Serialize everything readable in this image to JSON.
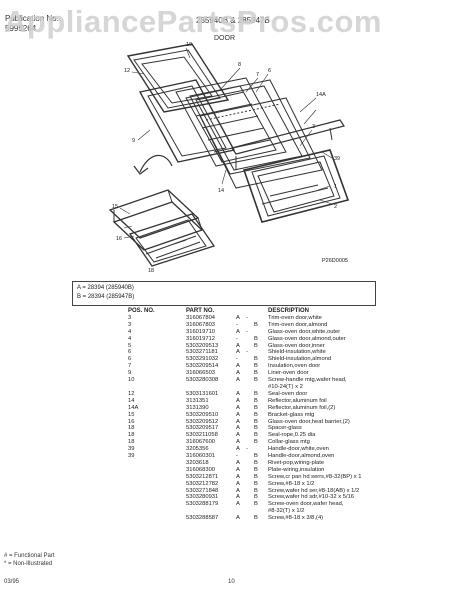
{
  "header": {
    "publication_label": "Publication No.",
    "publication_number": "5995264",
    "models": "285940B & 285947B",
    "section": "DOOR"
  },
  "watermark": "AppliancePartsPros.com",
  "diagram": {
    "callouts": [
      "10",
      "12",
      "9",
      "8",
      "7",
      "6",
      "14A",
      "14",
      "3",
      "39",
      "2",
      "1",
      "15",
      "16",
      "18"
    ],
    "diagram_code": "P26D0005"
  },
  "legend": {
    "a": "A = 28394 (285940B)",
    "b": "B = 28394 (285947B)"
  },
  "table": {
    "headers": [
      "POS. NO.",
      "PART NO.",
      "",
      "",
      "",
      "DESCRIPTION"
    ],
    "rows": [
      [
        "3",
        "316067804",
        "A",
        "-",
        "",
        "Trim-oven door,white"
      ],
      [
        "3",
        "316067803",
        "-",
        "",
        "B",
        "Trim-oven door,almond"
      ],
      [
        "4",
        "316019710",
        "A",
        "-",
        "",
        "Glass-oven door,white,outer"
      ],
      [
        "4",
        "316019712",
        "-",
        "",
        "B",
        "Glass-oven door,almond,outer"
      ],
      [
        "5",
        "5303209513",
        "A",
        "",
        "B",
        "Glass-oven door,inner"
      ],
      [
        "6",
        "5303271181",
        "A",
        "-",
        "",
        "Shield-insulation,white"
      ],
      [
        "6",
        "5303291032",
        "-",
        "",
        "B",
        "Shield-insulation,almond"
      ],
      [
        "7",
        "5303209514",
        "A",
        "",
        "B",
        "Insulation,oven door"
      ],
      [
        "9",
        "316066503",
        "A",
        "",
        "B",
        "Liner-oven door"
      ],
      [
        "10",
        "5303280308",
        "A",
        "",
        "B",
        "Screw-handle mtg,wafer head,"
      ],
      [
        "",
        "",
        "",
        "",
        "",
        "#10-24(T) x 2"
      ],
      [
        "12",
        "5303131601",
        "A",
        "",
        "B",
        "Seal-oven door"
      ],
      [
        "14",
        "3131351",
        "A",
        "",
        "B",
        "Reflector,aluminum foil"
      ],
      [
        "14A",
        "3131390",
        "A",
        "",
        "B",
        "Reflector,aluminum foil,(2)"
      ],
      [
        "15",
        "5303209510",
        "A",
        "",
        "B",
        "Bracket-glass mtg"
      ],
      [
        "16",
        "5303209512",
        "A",
        "",
        "B",
        "Glass-oven door,heat barrier,(2)"
      ],
      [
        "18",
        "5303209517",
        "A",
        "",
        "B",
        "Spacer-glass"
      ],
      [
        "18",
        "5303211058",
        "A",
        "",
        "B",
        "Seal-rope,0.25 dia"
      ],
      [
        "18",
        "316067600",
        "A",
        "",
        "B",
        "Collar-glass mtg"
      ],
      [
        "39",
        "3205356",
        "A",
        "-",
        "",
        "Handle-door,white,oven"
      ],
      [
        "39",
        "316060301",
        "-",
        "",
        "B",
        "Handle-door,almond,oven"
      ],
      [
        "",
        "",
        "",
        "",
        "",
        ""
      ],
      [
        "",
        "3203618",
        "A",
        "",
        "B",
        "Rivet-pop,wiring-plate"
      ],
      [
        "",
        "316068300",
        "A",
        "",
        "B",
        "Plate-wiring,insulation"
      ],
      [
        "",
        "5303212871",
        "A",
        "",
        "B",
        "Screw,cr pan hd serrs,#8-32(BP) x 1"
      ],
      [
        "",
        "5303212782",
        "A",
        "",
        "B",
        "Screw,#8-18 x 1/2"
      ],
      [
        "",
        "5303271848",
        "A",
        "",
        "B",
        "Screw,wafer hd ser,#8-18(AB) x 1/2"
      ],
      [
        "",
        "5303280931",
        "A",
        "",
        "B",
        "Screw,wafer hd sdr,#10-32 x 5/16"
      ],
      [
        "",
        "5303288179",
        "A",
        "",
        "B",
        "Screw-oven door,wafer head,"
      ],
      [
        "",
        "",
        "",
        "",
        "",
        "#8-32(T) x 1/2"
      ],
      [
        "",
        "5303288587",
        "A",
        "",
        "B",
        "Screw,#8-18 x 3/8,(4)"
      ]
    ]
  },
  "footer": {
    "functional": "# = Functional Part",
    "noninstalled": "* = Non-Illustrated",
    "date": "03/95",
    "page": "10"
  }
}
